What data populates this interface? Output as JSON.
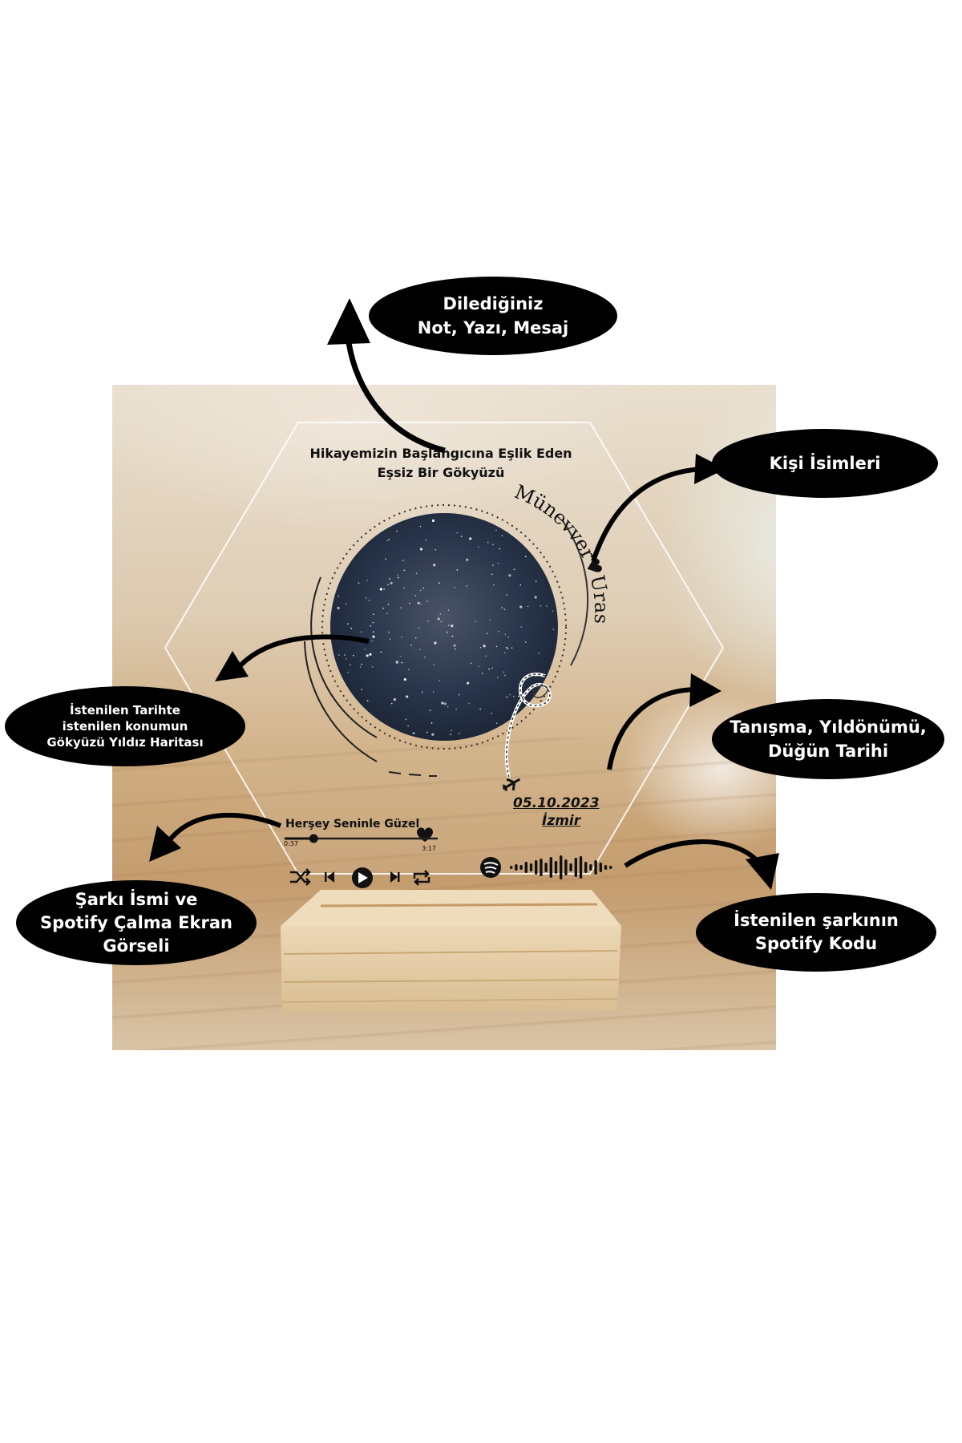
{
  "callouts": {
    "note": "Dilediğiniz\nNot, Yazı, Mesaj",
    "names": "Kişi İsimleri",
    "star_map": "İstenilen Tarihte\nistenilen konumun\nGökyüzü Yıldız Haritası",
    "date": "Tanışma, Yıldönümü,\nDüğün Tarihi",
    "song": "Şarkı İsmi ve\nSpotify Çalma Ekran\nGörseli",
    "spotify_code": "İstenilen şarkının\nSpotify Kodu"
  },
  "product": {
    "title": "Hikayemizin Başlangıcına Eşlik Eden\nEşsiz Bir Gökyüzü",
    "names_curve": "Münevver♥Uras",
    "date": "05.10.2023",
    "city": "İzmir",
    "song_title": "Herşey Seninle Güzel",
    "time_elapsed": "0:37",
    "time_total": "3:17",
    "progress": 0.19
  },
  "colors": {
    "bubble": "#000000",
    "bubble_text": "#ffffff",
    "sky": "#1e2a3c",
    "base_wood": "#e6cfa8"
  },
  "icons": [
    "heart-icon",
    "shuffle-icon",
    "previous-icon",
    "play-icon",
    "next-icon",
    "repeat-icon",
    "spotify-logo-icon",
    "airplane-icon"
  ]
}
